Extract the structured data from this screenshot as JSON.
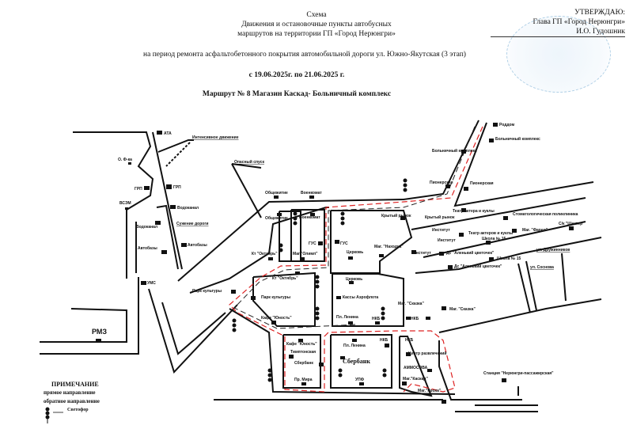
{
  "header": {
    "title": "Схема",
    "line2": "Движения и остановочные пункты автобусных",
    "line3": "маршрутов на территории ГП «Город Нерюнгри»",
    "period": "на период ремонта асфальтобетонного покрытия автомобильной дороги ул. Южно-Якутская (3 этап)",
    "dates": "с  19.06.2025г.  по 21.06.2025 г.",
    "route": "Маршрут № 8  Магазин Каскад- Больничный комплекс"
  },
  "approval": {
    "approve": "УТВЕРЖДАЮ:",
    "position": "Глава ГП «Город Нерюнгри»",
    "name": "И.О. Гудошник"
  },
  "colors": {
    "route": "#dd2222",
    "road": "#111111",
    "stamp": "#9cc4e0"
  },
  "labels": [
    "АТА",
    "Интенсивное движение",
    "О. Ф-ка",
    "ГРП",
    "ГРП",
    "ВСЭМ",
    "Водоканал",
    "Водоканал",
    "Сужение дороги",
    "Автобазы",
    "Автобазы",
    "УМС",
    "РМЗ",
    "Опасный спуск",
    "Общежитие",
    "Военкомат",
    "Общежитие",
    "Военкомат",
    "Кт \"Октябрь\"",
    "Маг.\"Олимп\"",
    "ГУС",
    "ГУС",
    "Церковь",
    "Маг. \"Находка\"",
    "Крытый рынок",
    "Пионерская",
    "Пионерская",
    "Больничный комплекс",
    "Больничный комплекс",
    "Роддом",
    "Стоматологическая поликлиника",
    "Театр актера и куклы",
    "Крытый рынок",
    "Институт",
    "Институт",
    "Театр актеров и куклы",
    "Школа № 15",
    "Маг. \"Фарел\"",
    "С/к \"Шахтер\"",
    "ул. Дружинников",
    "ул. Соснова",
    "Дс \"Аленький цветочек\"",
    "Дс \"Аленький цветочек\"",
    "Школа № 15",
    "Маг. \"Сказка\"",
    "Маг. \"Сказка\"",
    "НКБ",
    "НКБ",
    "Центр развлечений",
    "АММОСОВА",
    "Маг.\"Каскад\"",
    "Маг.\"Кроха\"",
    "Станция \"Нерюнгри-пассажирская\"",
    "Парк культуры",
    "Парк культуры",
    "Кт \"Октябрь\"",
    "Кафе \"Юность\"",
    "Церковь",
    "Кассы Аэрофлота",
    "Пл. Ленина",
    "НКБ",
    "Кафе \"Юность\"",
    "Тимптонская",
    "Сбербанк",
    "Пр. Мира",
    "Пл. Ленина",
    "НКБ",
    "Сбербанк",
    "УПФ",
    "Институт"
  ],
  "legend": {
    "title": "ПРИМЕЧАНИЕ",
    "forward": "прямое направление",
    "reverse": "обратное направление",
    "traffic_light": "Светофор"
  }
}
